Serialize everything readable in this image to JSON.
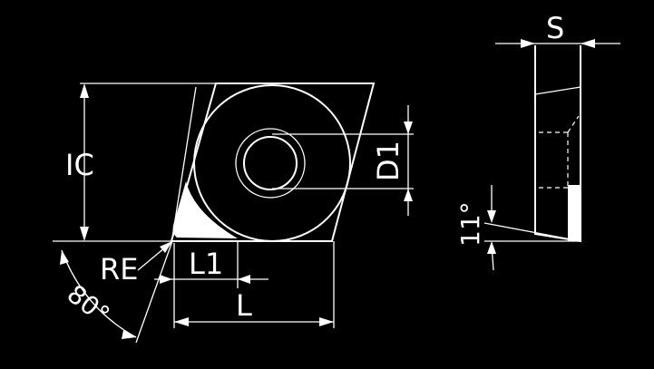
{
  "diagram": {
    "labels": {
      "ic": "IC",
      "re": "RE",
      "l1": "L1",
      "l": "L",
      "angle_80": "80°",
      "d1": "D1",
      "s": "S",
      "angle_11": "11°"
    }
  }
}
